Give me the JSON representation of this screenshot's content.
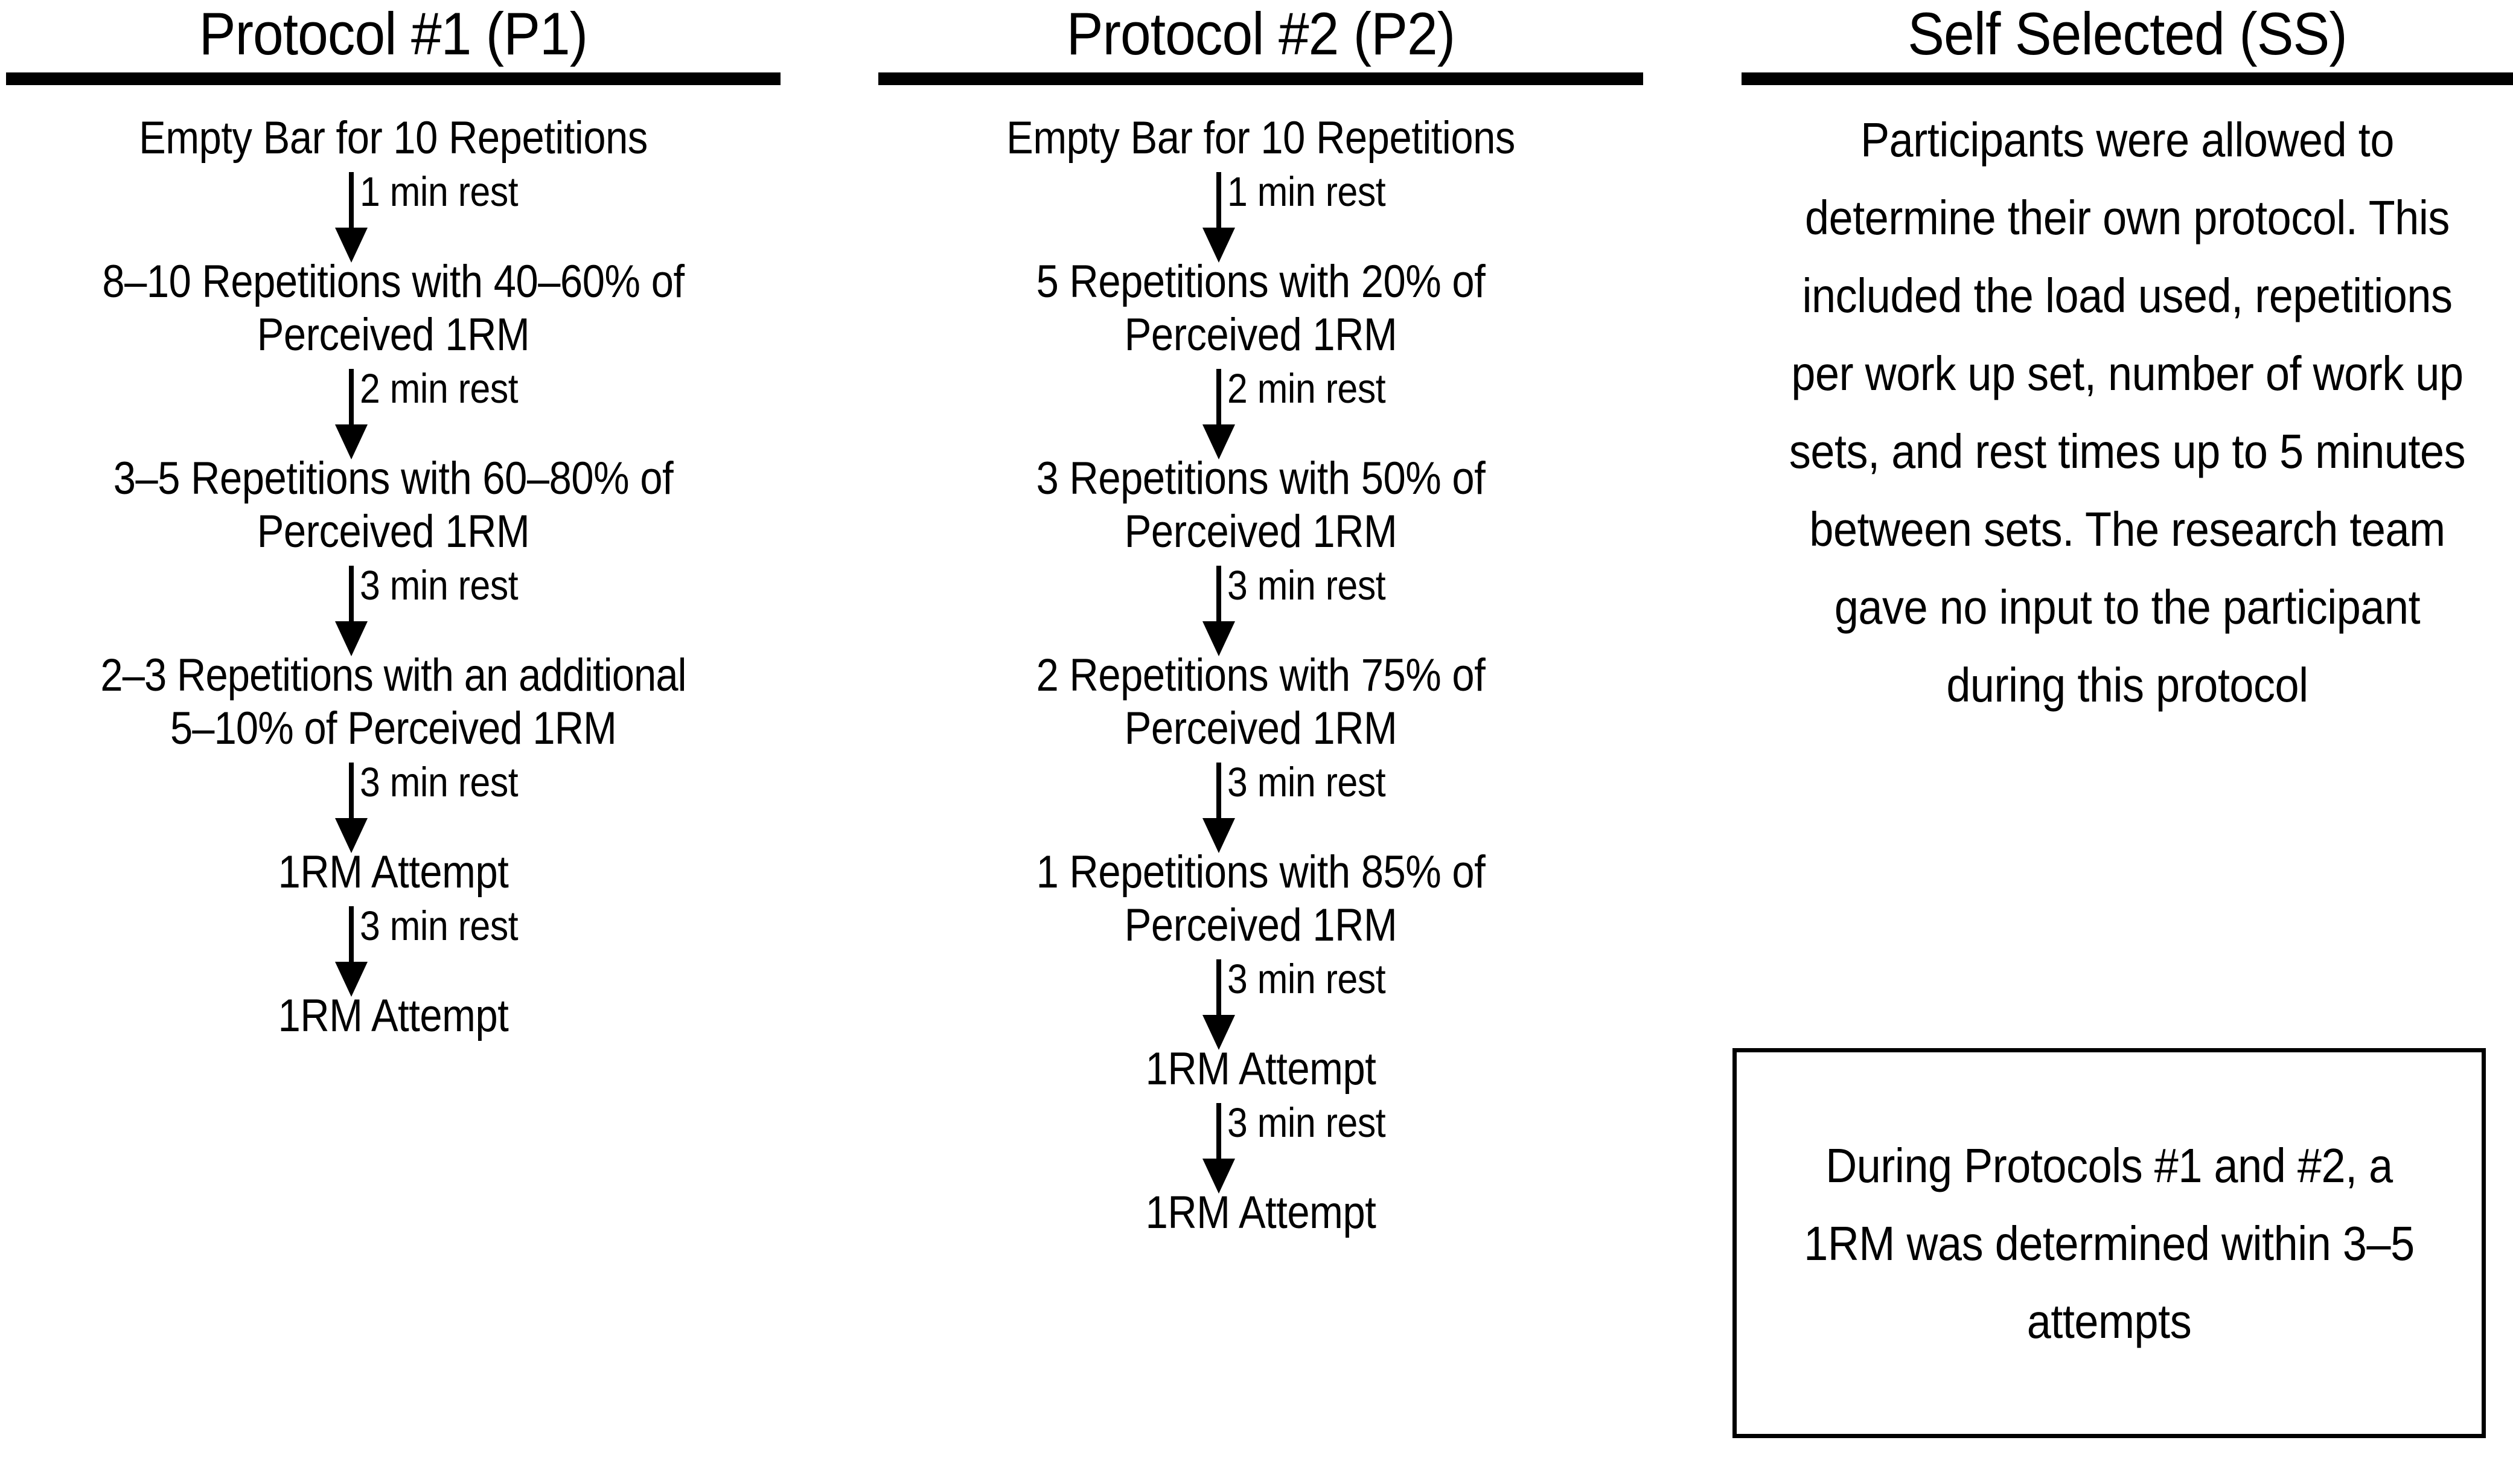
{
  "figure": {
    "type": "flowchart",
    "columns": 3,
    "background_color": "#ffffff",
    "ink_color": "#000000"
  },
  "columns": [
    {
      "id": "protocol-1",
      "header": "Protocol #1 (P1)",
      "steps": [
        "Empty Bar for 10 Repetitions",
        "8–10 Repetitions with 40–60% of\nPerceived 1RM",
        "3–5 Repetitions with 60–80% of\nPerceived 1RM",
        "2–3 Repetitions with an additional\n5–10% of Perceived 1RM",
        "1RM Attempt",
        "1RM Attempt"
      ],
      "connectors": [
        "1 min rest",
        "2 min rest",
        "3 min rest",
        "3 min rest",
        "3 min rest"
      ]
    },
    {
      "id": "protocol-2",
      "header": "Protocol #2 (P2)",
      "steps": [
        "Empty Bar for 10 Repetitions",
        "5 Repetitions with 20% of\nPerceived 1RM",
        "3 Repetitions with 50% of\nPerceived 1RM",
        "2 Repetitions with 75% of\nPerceived 1RM",
        "1 Repetitions with 85% of\nPerceived 1RM",
        "1RM Attempt",
        "1RM Attempt"
      ],
      "connectors": [
        "1 min rest",
        "2 min rest",
        "3 min rest",
        "3 min rest",
        "3 min rest",
        "3 min rest"
      ]
    },
    {
      "id": "self-selected",
      "header": "Self Selected (SS)",
      "body": "Participants were allowed to determine their own protocol. This included the load used, repetitions per work up set, number of work up sets, and rest times up to 5 minutes between sets. The research team gave no input to the participant during this protocol",
      "note_box": "During Protocols #1 and #2, a 1RM was determined within 3–5 attempts"
    }
  ]
}
